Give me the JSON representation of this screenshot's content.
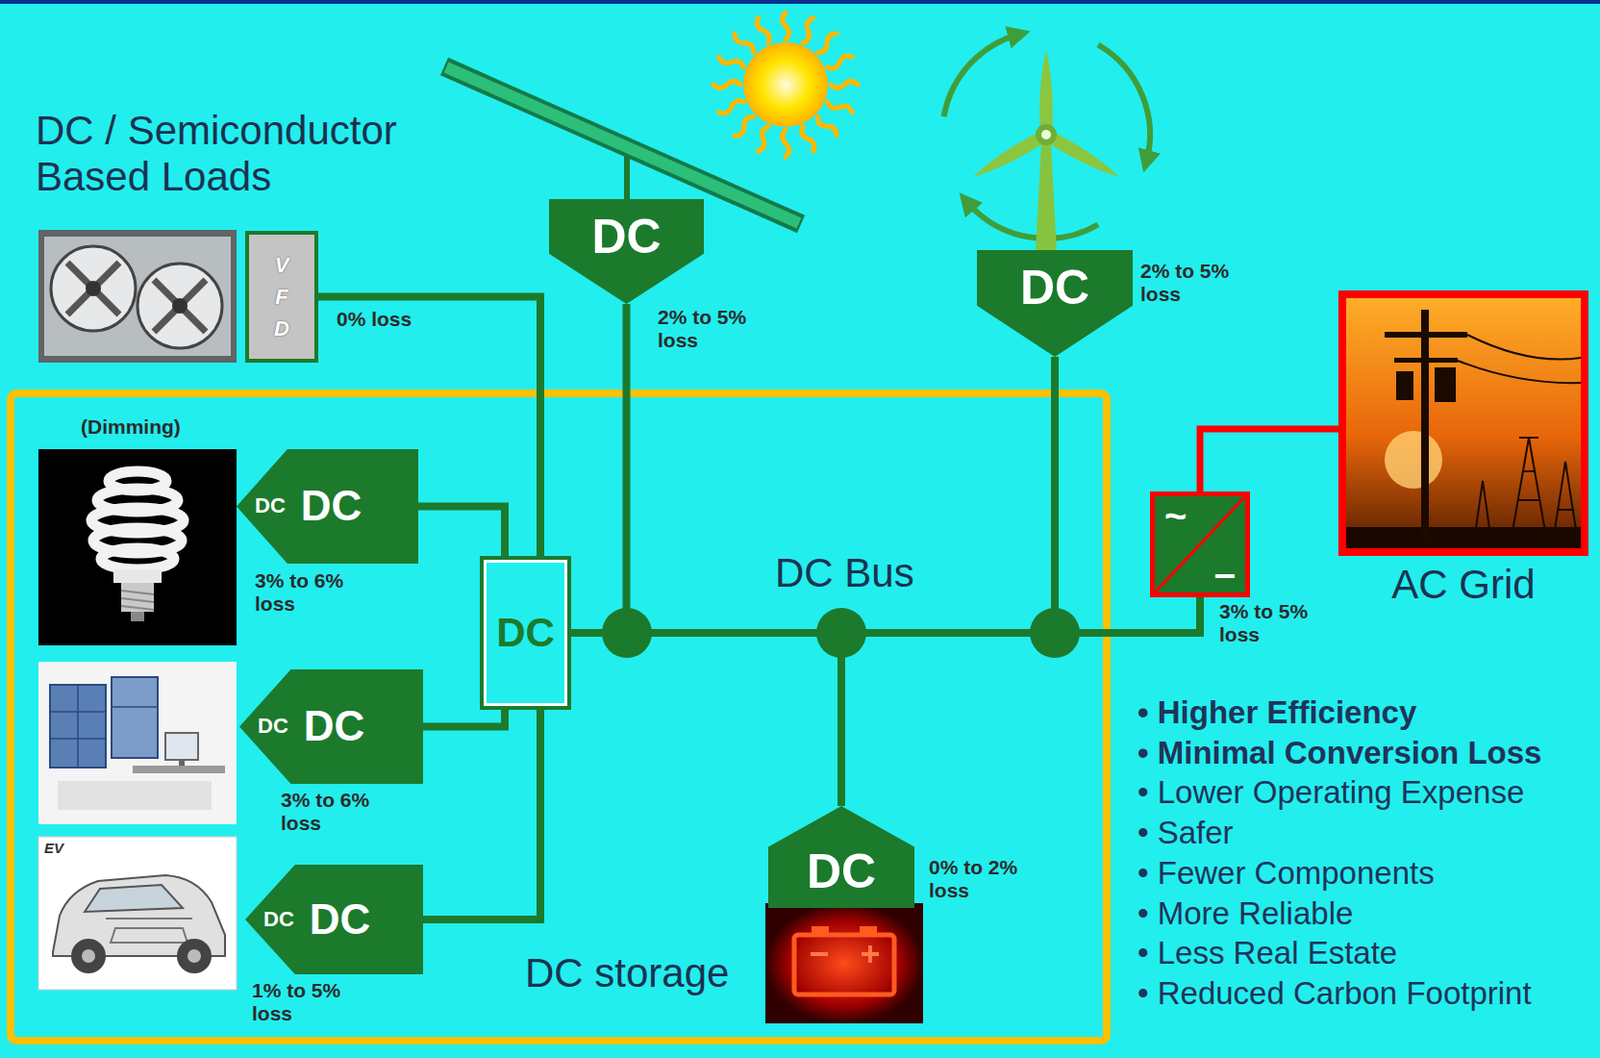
{
  "diagram": {
    "nodes": [
      {
        "text": [
          "DC"
        ]
      },
      {
        "text": [
          "V F D"
        ]
      },
      {
        "text": [
          "DC"
        ]
      },
      {
        "text": [
          "AC Grid"
        ]
      },
      {
        "text": [
          "DC",
          "DC"
        ]
      },
      {
        "text": [
          "~",
          "–"
        ]
      },
      {
        "text": [
          "DC"
        ]
      },
      {
        "text": [
          "DC",
          "DC"
        ]
      },
      {
        "text": [
          "DC"
        ]
      },
      {
        "text": [
          "DC",
          "DC"
        ]
      }
    ],
    "edges": [
      {
        "from": 1,
        "to": 6,
        "arrow": "none"
      },
      {
        "from": 0,
        "to": 6,
        "arrow": "none"
      },
      {
        "from": 2,
        "to": 6,
        "arrow": "none"
      },
      {
        "from": 5,
        "to": 3,
        "arrow": "none"
      },
      {
        "from": 4,
        "to": 6,
        "arrow": "none"
      },
      {
        "from": 5,
        "to": 6,
        "arrow": "none"
      },
      {
        "from": 7,
        "to": 6,
        "arrow": "none"
      },
      {
        "from": 8,
        "to": 6,
        "arrow": "none"
      },
      {
        "from": 9,
        "to": 6,
        "arrow": "none"
      }
    ],
    "labels": [
      "DC / Semiconductor Based Loads",
      "0% loss",
      "2% to 5% loss",
      "2% to 5% loss",
      "(Dimming)",
      "3% to 6% loss",
      "DC Bus",
      "3% to 5% loss",
      "3% to 6% loss",
      "EV",
      "0% to 2% loss",
      "DC storage",
      "1% to 5% loss",
      "• Higher Efficiency",
      "• Minimal Conversion Loss",
      "• Lower Operating Expense",
      "• Safer",
      "• Fewer Components",
      "• More Reliable",
      "• Less Real Estate",
      "• Reduced Carbon Footprint"
    ]
  }
}
